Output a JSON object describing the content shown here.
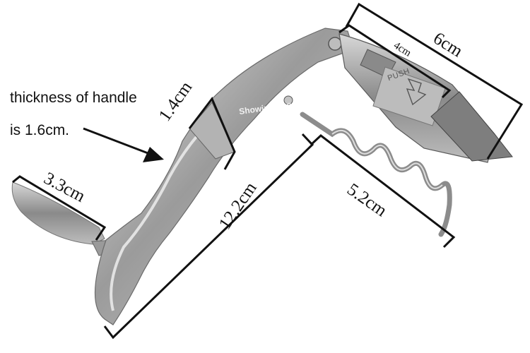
{
  "annotation": {
    "line1": "thickness of handle",
    "line2": "is 1.6cm."
  },
  "dimensions": {
    "blade": "3.3cm",
    "collar": "1.4cm",
    "handle_length": "12.2cm",
    "screw": "5.2cm",
    "lever_inner": "4cm",
    "lever_outer": "6cm"
  },
  "product_marks": {
    "push": "PUSH",
    "brand": "Showingtime"
  },
  "colors": {
    "steel_dark": "#6e6e6e",
    "steel_mid": "#a9a9a9",
    "steel_light": "#e3e3e3",
    "outline": "#111111"
  }
}
